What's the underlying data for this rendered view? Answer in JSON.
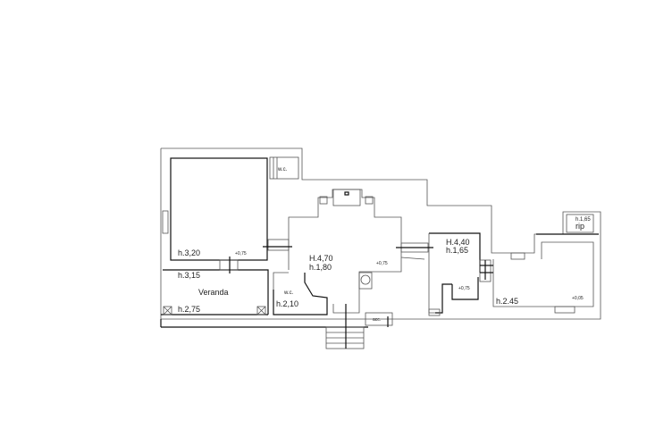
{
  "plan": {
    "rooms": {
      "wc_top": "w.c.",
      "room_left_height": "h.3,20",
      "room_left_level": "+0,75",
      "veranda_top_height": "h.3,15",
      "veranda_name": "Veranda",
      "veranda_bottom_height": "h.2,75",
      "hall_height_max": "H.4,70",
      "hall_height_min": "h.1,80",
      "hall_level": "+0,75",
      "wc_bottom": "w.c.",
      "wc_bottom_height": "h.2,10",
      "entrance": "acc.",
      "room_mid_height_max": "H.4,40",
      "room_mid_height_min": "h.1,65",
      "room_mid_level": "+0,75",
      "room_right_height": "h.2.45",
      "room_right_level": "+0,05",
      "storage_height": "h.1,65",
      "storage_name": "rip"
    }
  }
}
